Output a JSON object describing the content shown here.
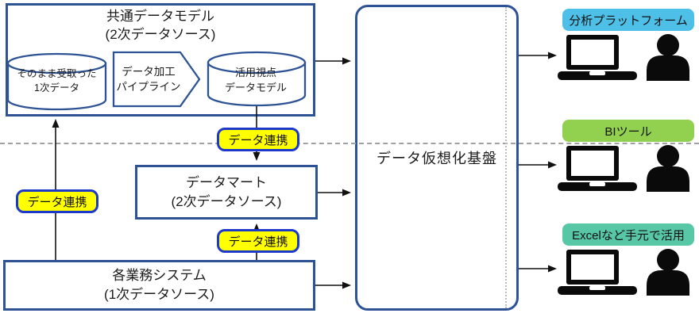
{
  "diagram": {
    "common_model_box": {
      "title": "共通データモデル\n(2次データソース)",
      "raw_cylinder": "そのまま受取った\n1次データ",
      "pipeline_chevron": "データ加工\nパイプライン",
      "model_cylinder": "活用視点\nデータモデル"
    },
    "datamart_box": {
      "title": "データマート\n(2次データソース)"
    },
    "systems_box": {
      "title": "各業務システム\n(1次データソース)"
    },
    "virtualization_box": {
      "title": "データ仮想化基盤"
    },
    "link_badges": [
      {
        "label": "データ連携"
      },
      {
        "label": "データ連携"
      },
      {
        "label": "データ連携"
      }
    ],
    "consumers": [
      {
        "label": "分析プラットフォーム",
        "color": "#4ec0e8"
      },
      {
        "label": "BIツール",
        "color": "#92d050"
      },
      {
        "label": "Excelなど手元で活用",
        "color": "#57c7a6"
      }
    ],
    "colors": {
      "box_border": "#2e5395",
      "badge_border": "#1c39cb",
      "badge_fill": "#ffff00",
      "line": "#111111",
      "icon": "#0a0a0a"
    }
  }
}
